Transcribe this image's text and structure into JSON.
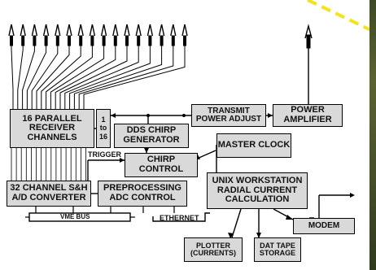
{
  "blocks": {
    "receivers": "16 PARALLEL RECEIVER CHANNELS",
    "switch_1": "1",
    "switch_to": "to",
    "switch_16": "16",
    "dds": "DDS CHIRP GENERATOR",
    "transmit": "TRANSMIT POWER ADJUST",
    "amplifier": "POWER AMPLIFIER",
    "master_clock": "MASTER CLOCK",
    "chirp_control": "CHIRP CONTROL",
    "adc": "32 CHANNEL S&H A/D CONVERTER",
    "preprocessing": "PREPROCESSING ADC CONTROL",
    "workstation": "UNIX WORKSTATION RADIAL CURRENT CALCULATION",
    "modem": "MODEM",
    "plotter": "PLOTTER (CURRENTS)",
    "dat_tape": "DAT TAPE STORAGE"
  },
  "labels": {
    "trigger": "TRIGGER",
    "vme_bus": "VME BUS",
    "ethernet": "ETHERNET"
  },
  "colors": {
    "box_fill": "#d9d9d9",
    "line": "#000000",
    "beam": "#f2e41a",
    "photo": "#4b542b"
  }
}
